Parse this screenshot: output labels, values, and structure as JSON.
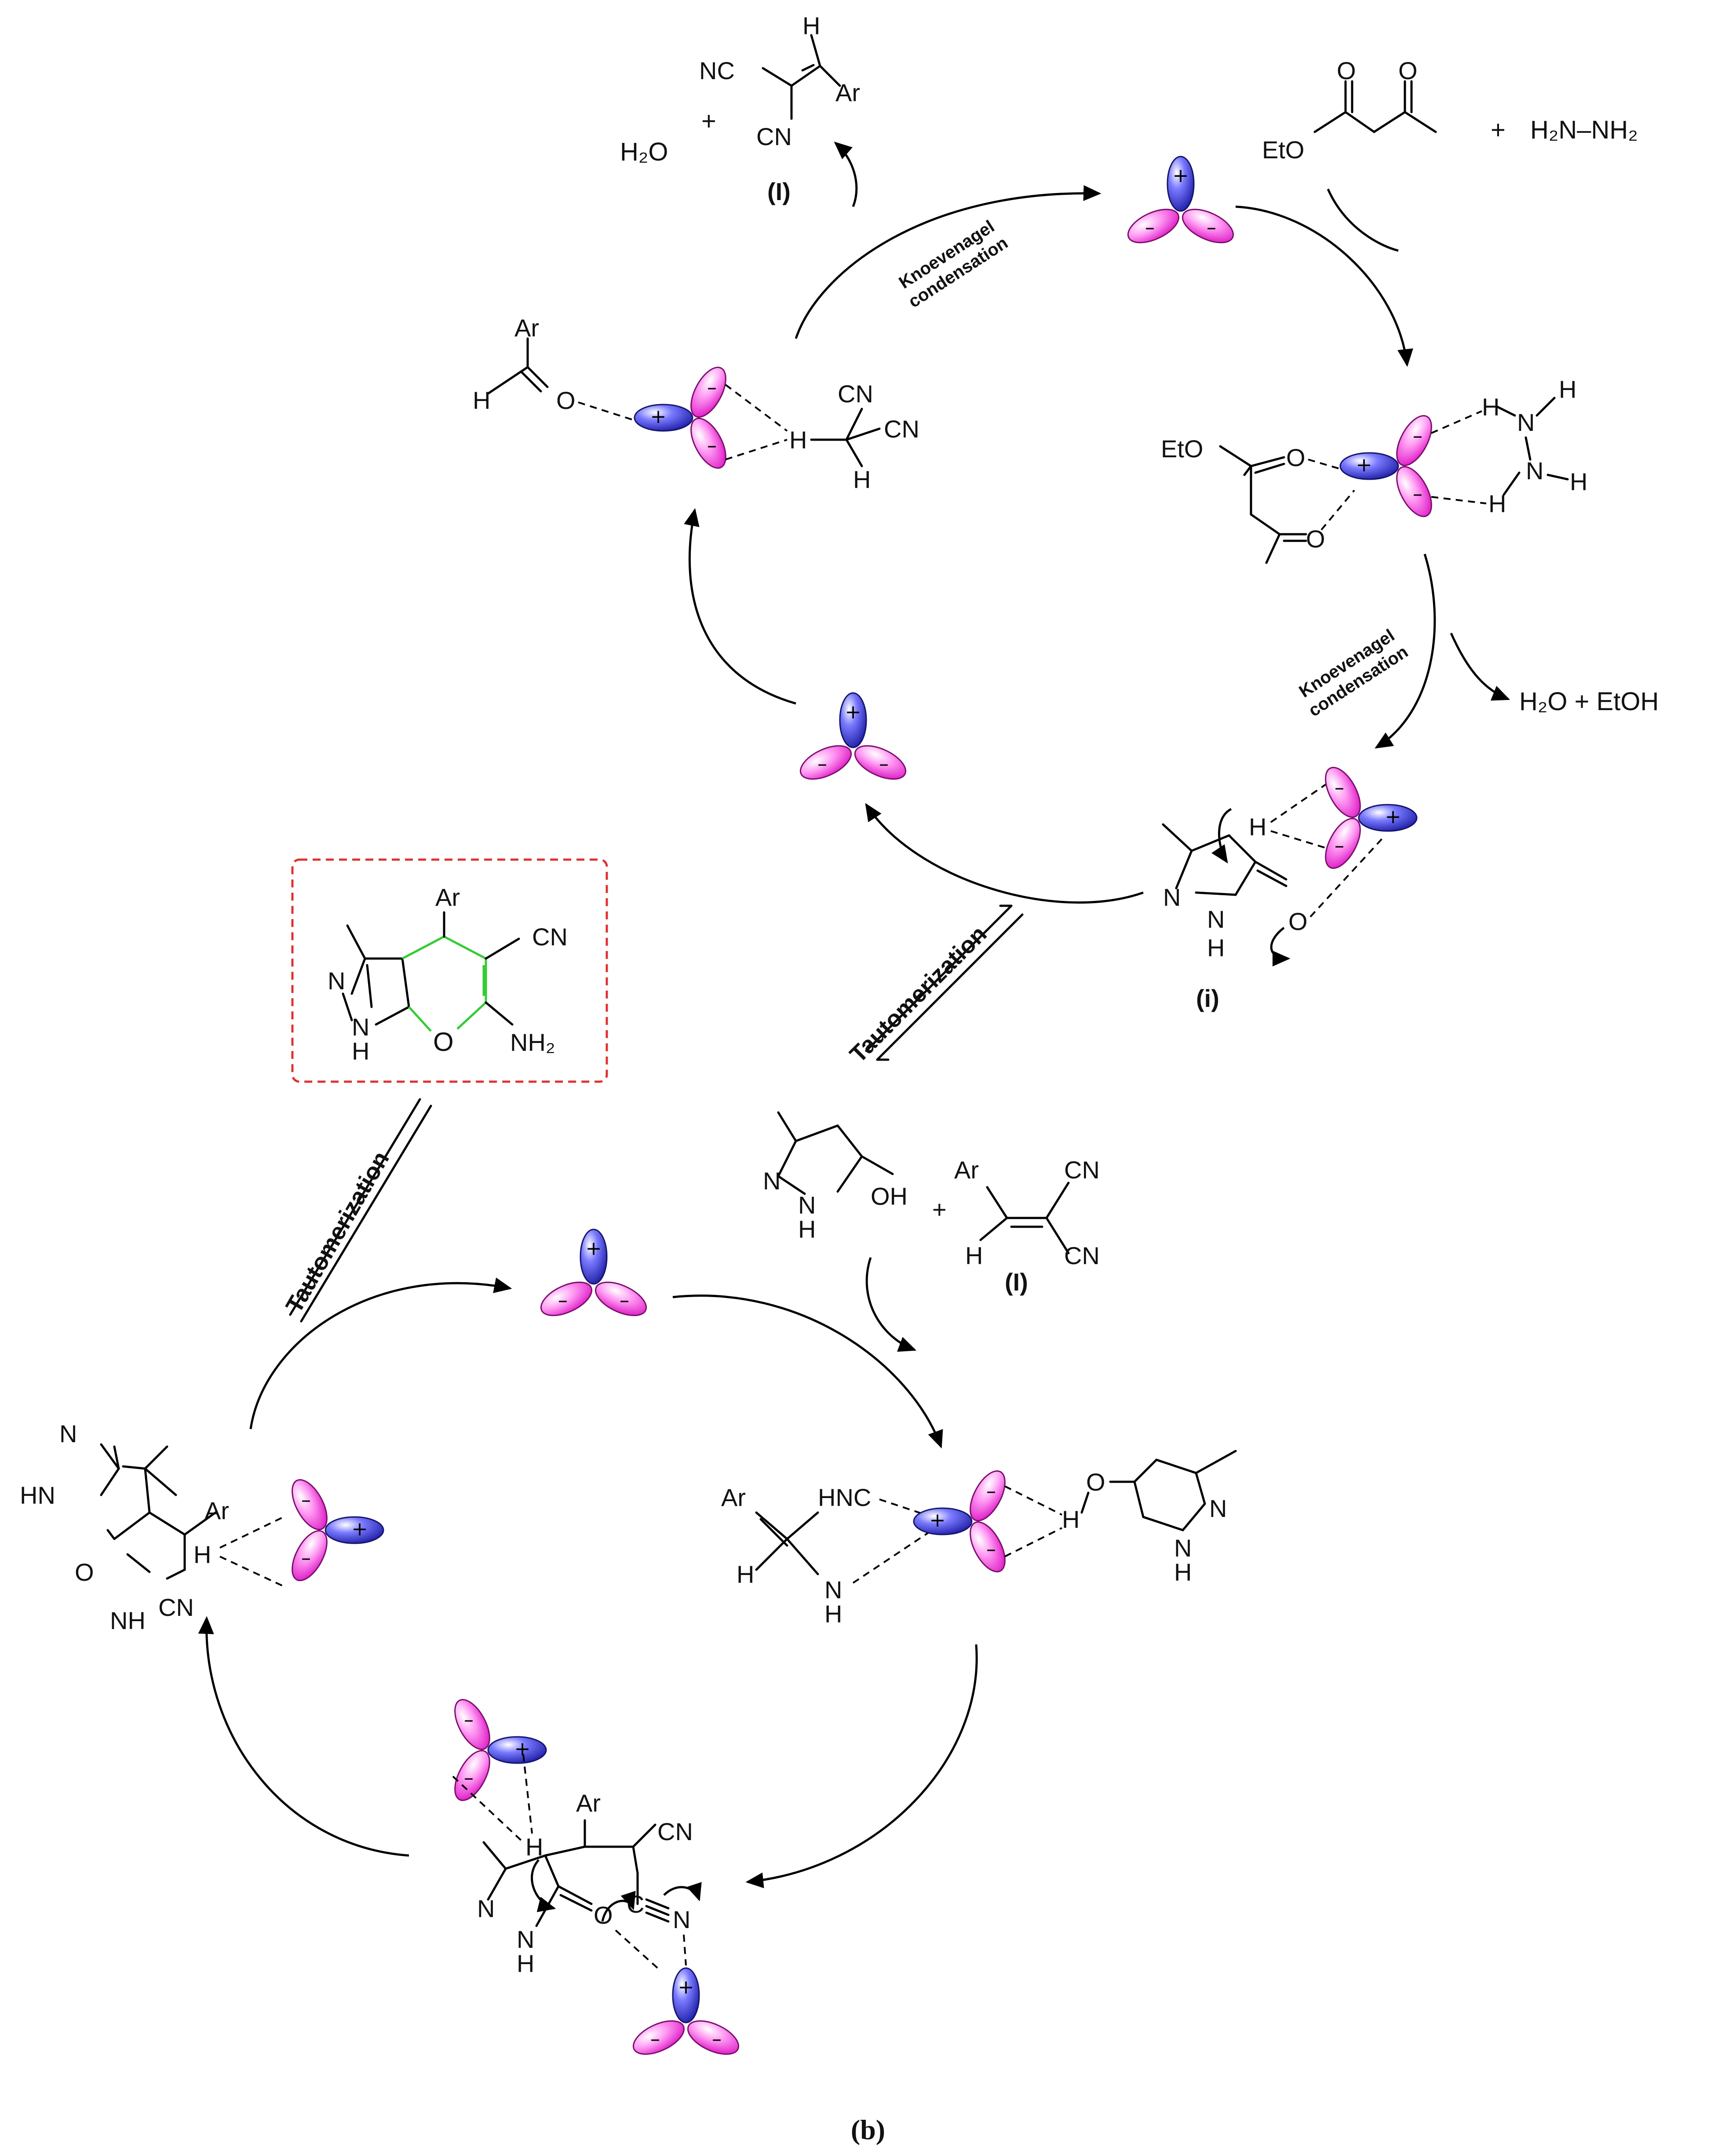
{
  "labels": {
    "nc_top": "NC",
    "h_top": "H",
    "ar_top": "Ar",
    "cn_top": "CN",
    "h2o_top": "H₂O",
    "plus1": "+",
    "cpd_I_top": "(I)",
    "eto_top": "EtO",
    "o1": "O",
    "o2": "O",
    "plus2": "+",
    "hydrazine": "H₂N–NH₂",
    "knoev_top_1": "Knoevenagel",
    "knoev_top_2": "condensation",
    "ar_ald": "Ar",
    "h_ald": "H",
    "o_ald": "O",
    "cn_mal1": "CN",
    "cn_mal2": "CN",
    "h_mal_c": "H",
    "h_mal_b": "H",
    "eto_r": "EtO",
    "o_r1": "O",
    "o_r2": "O",
    "h_hz1": "H",
    "n_hz1": "N",
    "h_hz2": "H",
    "n_hz2": "N",
    "h_hz3": "H",
    "h_hz4": "H",
    "knoev_r_1": "Knoevenagel",
    "knoev_r_2": "condensation",
    "h2o_etoh": "H₂O  +  EtOH",
    "h_i": "H",
    "n_i": "N",
    "nh_i": "N",
    "h_i2": "H",
    "o_i": "O",
    "cpd_i": "(i)",
    "tauto_mid": "Tautomerization",
    "ar_prod": "Ar",
    "cn_prod": "CN",
    "n_prod": "N",
    "nh_prod": "N",
    "h_prod": "H",
    "o_prod": "O",
    "nh2_prod": "NH₂",
    "n_pz": "N",
    "nh_pz": "N",
    "h_pz": "H",
    "oh_pz": "OH",
    "plus3": "+",
    "ar_I2": "Ar",
    "cn_I2a": "CN",
    "h_I2": "H",
    "cn_I2b": "CN",
    "cpd_I_mid": "(I)",
    "tauto_left": "Tautomerization",
    "n_l1": "N",
    "hn_l": "HN",
    "ar_l": "Ar",
    "h_l": "H",
    "o_l": "O",
    "nh_l": "NH",
    "cn_l": "CN",
    "ar_r": "Ar",
    "hnc_r": "HNC",
    "h_r": "H",
    "n_r": "N",
    "h_r2": "H",
    "h_ho": "H",
    "o_ho": "O",
    "n_ho": "N",
    "nh_ho": "N",
    "h_ho2": "H",
    "h_b": "H",
    "ar_b": "Ar",
    "cn_b": "CN",
    "n_b": "N",
    "nh_b": "N",
    "h_b2": "H",
    "o_b": "O",
    "c_b": "C",
    "n_b2": "N",
    "caption": "(b)"
  },
  "colors": {
    "lobe_pink": "#ff66ee",
    "lobe_blue": "#3333cc",
    "ring_green": "#33cc33",
    "ring_oxygen": "#ff0000",
    "box_dash": "#e03030"
  }
}
